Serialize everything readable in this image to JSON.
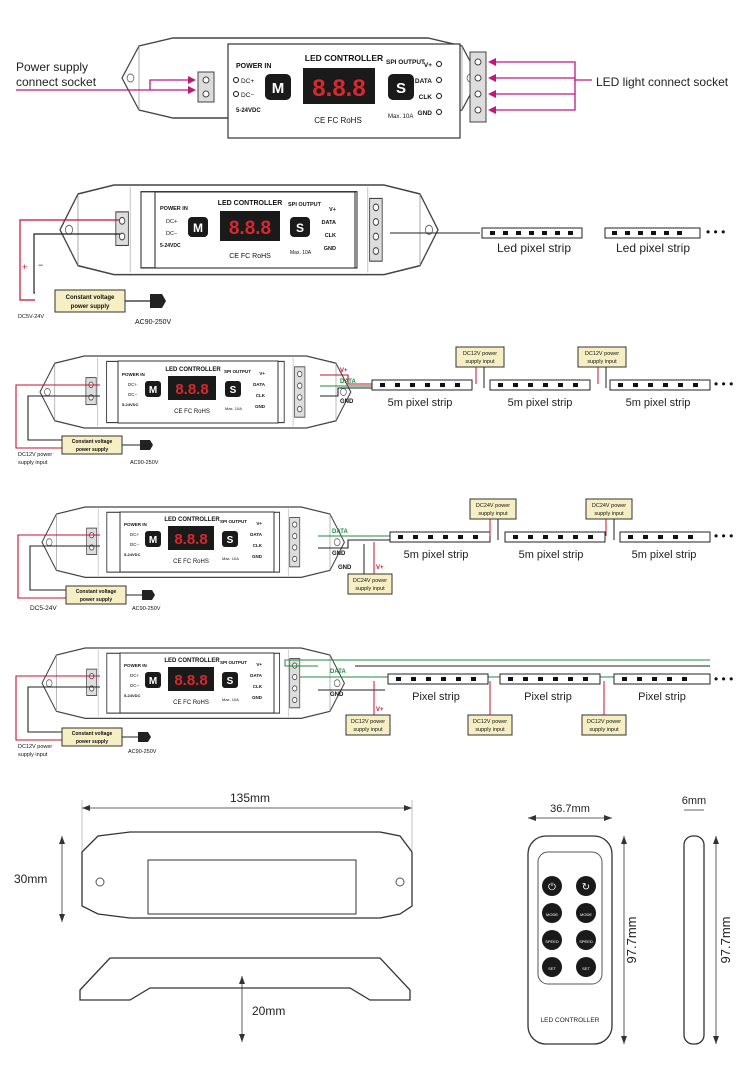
{
  "colors": {
    "display_bg": "#1a1a1a",
    "display_digits": "#d8282f",
    "wire_red": "#c8102e",
    "wire_green": "#1f8a3c",
    "callout_pink": "#c0187a",
    "psu_box": "#f6efc4"
  },
  "controller": {
    "power_in": "POWER IN",
    "dc_plus": "DC+",
    "dc_minus": "DC−",
    "voltage_range": "5-24VDC",
    "title": "LED CONTROLLER",
    "spi_output": "SPI OUTPUT",
    "m_key": "M",
    "s_key": "S",
    "display": "8.8.8",
    "cert": "CE FC RoHS",
    "max_current": "Max. 10A",
    "pin_v": "V+",
    "pin_data": "DATA",
    "pin_clk": "CLK",
    "pin_gnd": "GND"
  },
  "diagram1": {
    "power_socket_label_1": "Power supply",
    "power_socket_label_2": "connect socket",
    "led_socket_label": "LED light connect socket"
  },
  "diagram2": {
    "strip_label_1": "Led pixel strip",
    "strip_label_2": "Led pixel strip",
    "psu_label_1": "Constant voltage",
    "psu_label_2": "power supply",
    "dc_label": "DC5V-24V",
    "ac_label": "AC90-250V",
    "plus": "+",
    "minus": "−"
  },
  "diagram3": {
    "strip_label": "5m pixel strip",
    "extra_psu_1": "DC12V power",
    "extra_psu_2": "supply input",
    "dc_label_1": "DC12V power",
    "dc_label_2": "supply input",
    "ac_label": "AC90-250V",
    "v_label": "V+",
    "data_label": "DATA",
    "gnd_label": "GND"
  },
  "diagram4": {
    "strip_label": "5m pixel strip",
    "extra_psu_1": "DC24V power",
    "extra_psu_2": "supply input",
    "dc_label": "DC5-24V",
    "ac_label": "AC90-250V",
    "v_label": "V+",
    "data_label": "DATA",
    "gnd_label": "GND"
  },
  "diagram5": {
    "strip_label": "Pixel strip",
    "extra_psu_1": "DC12V power",
    "extra_psu_2": "supply input",
    "dc_label_1": "DC12V power",
    "dc_label_2": "supply input",
    "ac_label": "AC90-250V",
    "v_label": "V+",
    "data_label": "DATA",
    "gnd_label": "GND"
  },
  "dimensions": {
    "length": "135mm",
    "width": "30mm",
    "height": "20mm",
    "remote_width": "36.7mm",
    "remote_length": "97.7mm",
    "remote_thickness": "6mm",
    "remote_label": "LED CONTROLLER",
    "remote_mode": "MODE",
    "remote_speed": "SPEED",
    "remote_set": "SET"
  }
}
